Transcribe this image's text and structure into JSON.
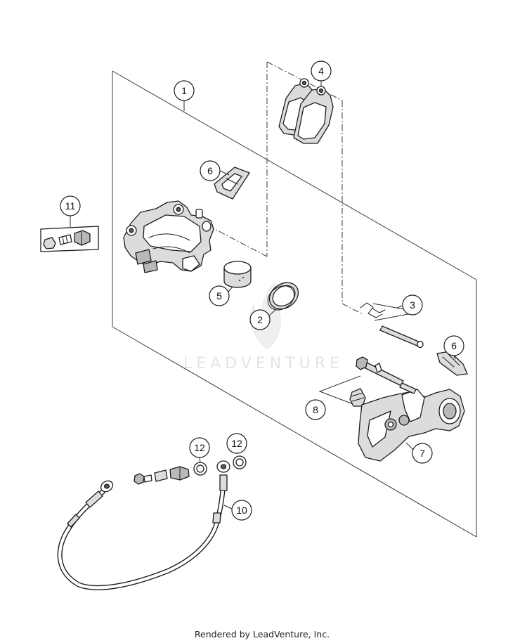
{
  "watermark": "LEADVENTURE",
  "footer": "Rendered by LeadVenture, Inc.",
  "callouts": [
    {
      "label": "1"
    },
    {
      "label": "4"
    },
    {
      "label": "6"
    },
    {
      "label": "11"
    },
    {
      "label": "5"
    },
    {
      "label": "2"
    },
    {
      "label": "3"
    },
    {
      "label": "6"
    },
    {
      "label": "8"
    },
    {
      "label": "7"
    },
    {
      "label": "12"
    },
    {
      "label": "12"
    },
    {
      "label": "10"
    }
  ]
}
